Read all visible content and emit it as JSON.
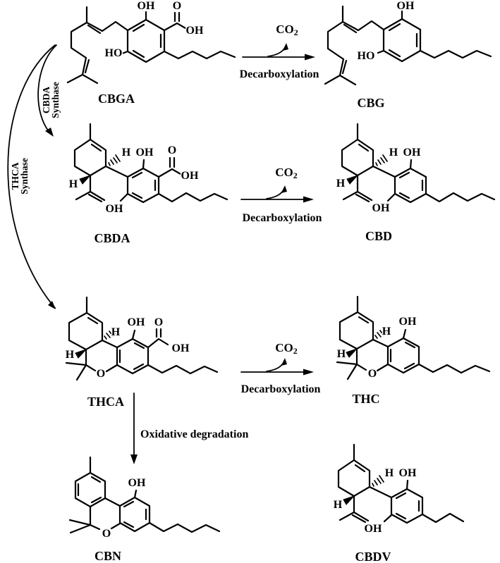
{
  "molecules": {
    "cbga": {
      "name": "CBGA"
    },
    "cbg": {
      "name": "CBG"
    },
    "cbda": {
      "name": "CBDA"
    },
    "cbd": {
      "name": "CBD"
    },
    "thca": {
      "name": "THCA"
    },
    "thc": {
      "name": "THC"
    },
    "cbn": {
      "name": "CBN"
    },
    "cbdv": {
      "name": "CBDV"
    }
  },
  "atoms": {
    "hydroxyl": "OH",
    "hydroxyl_rev": "HO",
    "oxygen": "O",
    "hydrogen": "H"
  },
  "reactions": {
    "co2": {
      "base": "CO",
      "sub": "2"
    },
    "decarboxylation": "Decarboxylation",
    "oxidative_degradation": "Oxidative degradation",
    "cbda_synthase": {
      "line1": "CBDA",
      "line2": "Synthase"
    },
    "thca_synthase": {
      "line1": "THCA",
      "line2": "Synthase"
    }
  },
  "colors": {
    "ink": "#000000",
    "background": "#ffffff"
  }
}
